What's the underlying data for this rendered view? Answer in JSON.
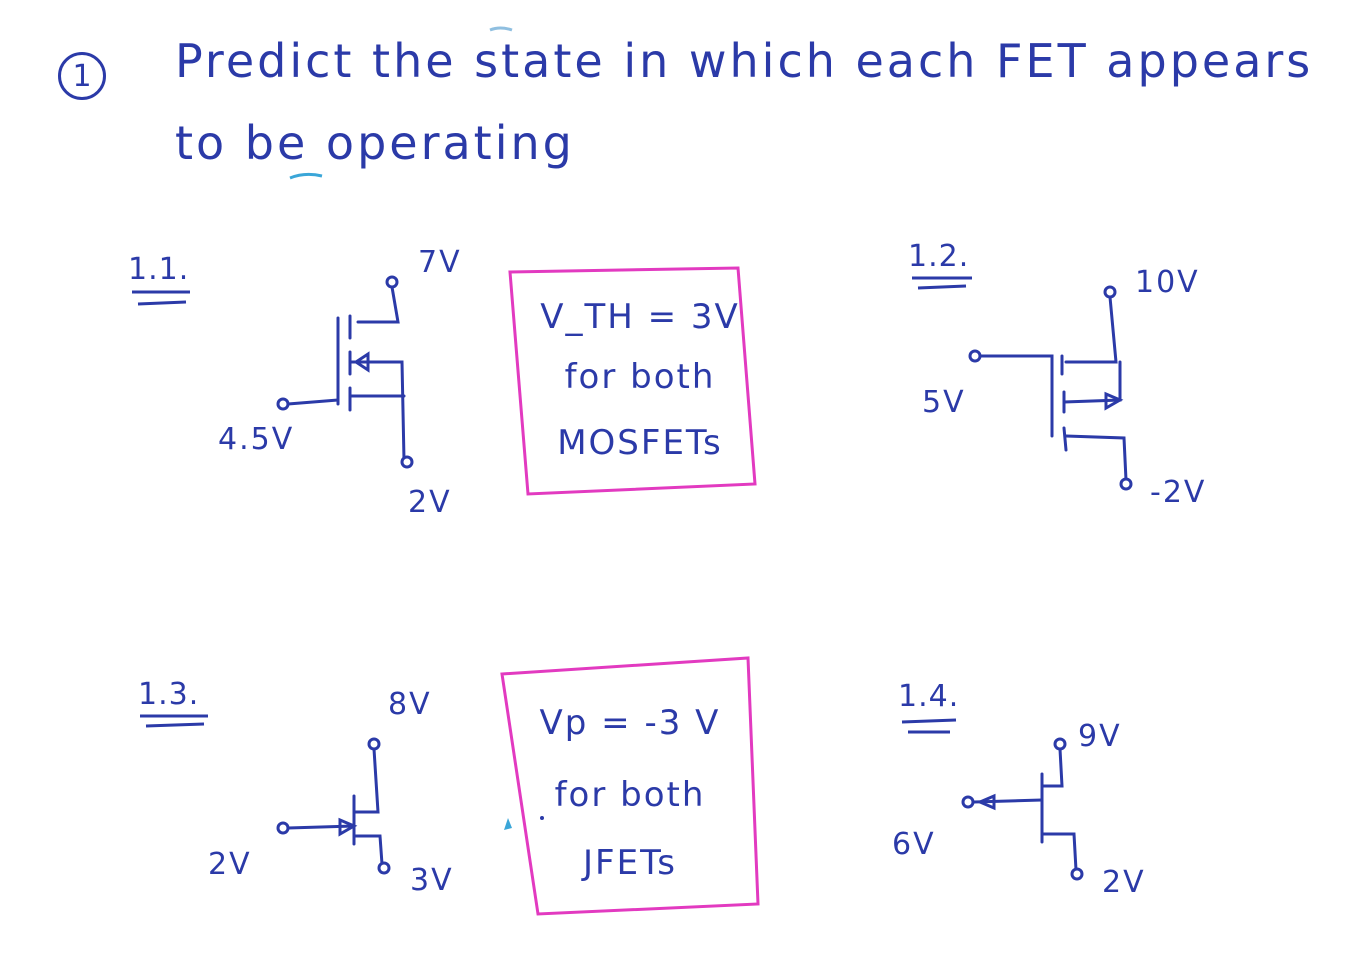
{
  "colors": {
    "ink": "#2b3aa8",
    "box": "#e23ac0",
    "speck": "#3aa6d8"
  },
  "header": {
    "number": "1",
    "title_line1": "Predict the state in which each FET appears",
    "title_line2": "to be operating"
  },
  "circuits": [
    {
      "id": "1.1.",
      "type": "n-channel MOSFET (enhancement)",
      "top": "7V",
      "gate": "4.5V",
      "bottom": "2V"
    },
    {
      "id": "1.2.",
      "type": "n-channel MOSFET (enhancement)",
      "top": "10V",
      "gate": "5V",
      "bottom": "-2V"
    },
    {
      "id": "1.3.",
      "type": "n-channel JFET",
      "top": "8V",
      "gate": "2V",
      "bottom": "3V"
    },
    {
      "id": "1.4.",
      "type": "p-channel JFET",
      "top": "9V",
      "gate": "6V",
      "bottom": "2V"
    }
  ],
  "boxes": [
    {
      "line1": "V_TH = 3V",
      "line2": "for both",
      "line3": "MOSFETs"
    },
    {
      "line1": "Vp = -3 V",
      "line2": "for both",
      "line3": "JFETs"
    }
  ]
}
